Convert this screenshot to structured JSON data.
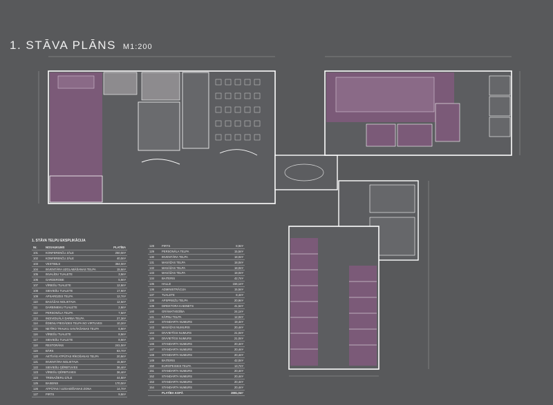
{
  "title": "1. STĀVA PLĀNS",
  "scale": "M1:200",
  "colors": {
    "background": "#58595b",
    "room_fill": "#7b5a78",
    "wall": "#ffffff",
    "grey_room": "#8d8b8e"
  },
  "table": {
    "title": "1. STĀVA TELPU EKSPLIKĀCIJA",
    "headers": [
      "Nr.",
      "NOSAUKUMS",
      "PLATĪBA"
    ],
    "rows_left": [
      [
        "101",
        "KONFERENČU ZĀLE",
        "250,0m²"
      ],
      [
        "102",
        "KONFERENČU ZĀLE",
        "40,0m²"
      ],
      [
        "103",
        "VESTIBILS",
        "364,0m²"
      ],
      [
        "104",
        "INVENTĀRA UZGLABĀŠANAS TELPA",
        "15,6m²"
      ],
      [
        "105",
        "INVALĪDU TUALETE",
        "3,9m²"
      ],
      [
        "106",
        "GARDEROBE",
        "5,9m²"
      ],
      [
        "107",
        "VĪRIEŠU TUALETE",
        "12,8m²"
      ],
      [
        "108",
        "SIEVIEŠU TUALETE",
        "17,9m²"
      ],
      [
        "109",
        "APSARDZES TELPA",
        "12,7m²"
      ],
      [
        "110",
        "BAGĀŽAS NOLIKTAVA",
        "12,5m²"
      ],
      [
        "111",
        "DARBINIEKU TUALETE",
        "2,8m²"
      ],
      [
        "112",
        "PERSONĀLA TELPA",
        "7,5m²"
      ],
      [
        "113",
        "INDIVIDUĀLĀ DARBA TELPA",
        "27,3m²"
      ],
      [
        "114",
        "ĒDIENU PIEGĀDES TELPA NO VIRTUVES",
        "10,2m²"
      ],
      [
        "115",
        "NETĪRO TRAUKU SAVĀKŠANAS TELPA",
        "6,9m²"
      ],
      [
        "116",
        "VĪRIEŠU TUALETE",
        "8,9m²"
      ],
      [
        "117",
        "SIEVIEŠU TUALETE",
        "8,9m²"
      ],
      [
        "118",
        "RESTORĀNS",
        "241,0m²"
      ],
      [
        "119",
        "BĀRS",
        "83,7m²"
      ],
      [
        "120",
        "AKTĪVĀS ATPŪTAS RĪKOŠANAS TELPA",
        "20,9m²"
      ],
      [
        "121",
        "INVENTĀRA NOLIKTAVA",
        "15,8m²"
      ],
      [
        "122",
        "SIEVIEŠU ĢĒRBTUVES",
        "36,4m²"
      ],
      [
        "123",
        "VĪRIEŠU ĢĒRBTUVES",
        "36,4m²"
      ],
      [
        "124",
        "TRENAŽIERU ZĀLE",
        "44,8m²"
      ],
      [
        "125",
        "BASEINS",
        "170,0m²"
      ],
      [
        "126",
        "ATPŪTAS / UZGAIDĪŠANAS ZONA",
        "14,7m²"
      ],
      [
        "127",
        "PIRTS",
        "9,8m²"
      ]
    ],
    "rows_right": [
      [
        "128",
        "PIRTS",
        "8,9m²"
      ],
      [
        "129",
        "PERSONĀLA TELPA",
        "15,5m²"
      ],
      [
        "130",
        "INVENTĀRA TELPA",
        "18,0m²"
      ],
      [
        "131",
        "MASĀŽAS TELPA",
        "18,0m²"
      ],
      [
        "132",
        "MASĀŽAS TELPA",
        "18,0m²"
      ],
      [
        "133",
        "MASĀŽAS TELPA",
        "18,0m²"
      ],
      [
        "134",
        "BAITERIS",
        "42,7m²"
      ],
      [
        "135",
        "HALLE",
        "156,1m²"
      ],
      [
        "136",
        "ADMINISTRĀCIJA",
        "15,5m²"
      ],
      [
        "137",
        "TUALETE",
        "8,4m²"
      ],
      [
        "138",
        "APSPRIEŽU TELPA",
        "20,9m²"
      ],
      [
        "139",
        "DIREKTORA KABINETS",
        "41,5m²"
      ],
      [
        "140",
        "GRĀMATVEDĪBA",
        "24,1m²"
      ],
      [
        "141",
        "KĀPNU TELPA",
        "12,0m²"
      ],
      [
        "142",
        "STANDARTA NUMURS",
        "19,4m²"
      ],
      [
        "143",
        "MASĀŽAS NUMURIS",
        "20,4m²"
      ],
      [
        "144",
        "DIVVIETĪGS NUMURS",
        "21,0m²"
      ],
      [
        "145",
        "DIVVIETĪGS NUMURS",
        "21,0m²"
      ],
      [
        "146",
        "STANDARTA NUMURS",
        "20,4m²"
      ],
      [
        "147",
        "STANDARTA NUMURS",
        "20,4m²"
      ],
      [
        "148",
        "STANDARTA NUMURS",
        "20,4m²"
      ],
      [
        "149",
        "BAITERIS",
        "42,0m²"
      ],
      [
        "150",
        "EUROPEISKIS TELPA",
        "13,7m²"
      ],
      [
        "151",
        "STANDARTA NUMURS",
        "20,4m²"
      ],
      [
        "152",
        "STANDARTA NUMURS",
        "20,4m²"
      ],
      [
        "153",
        "STANDARTA NUMURS",
        "20,4m²"
      ],
      [
        "154",
        "STANDARTA NUMURS",
        "20,4m²"
      ]
    ],
    "total_label": "PLATĪBA KOPĀ",
    "total_value": "2881,0m²"
  }
}
